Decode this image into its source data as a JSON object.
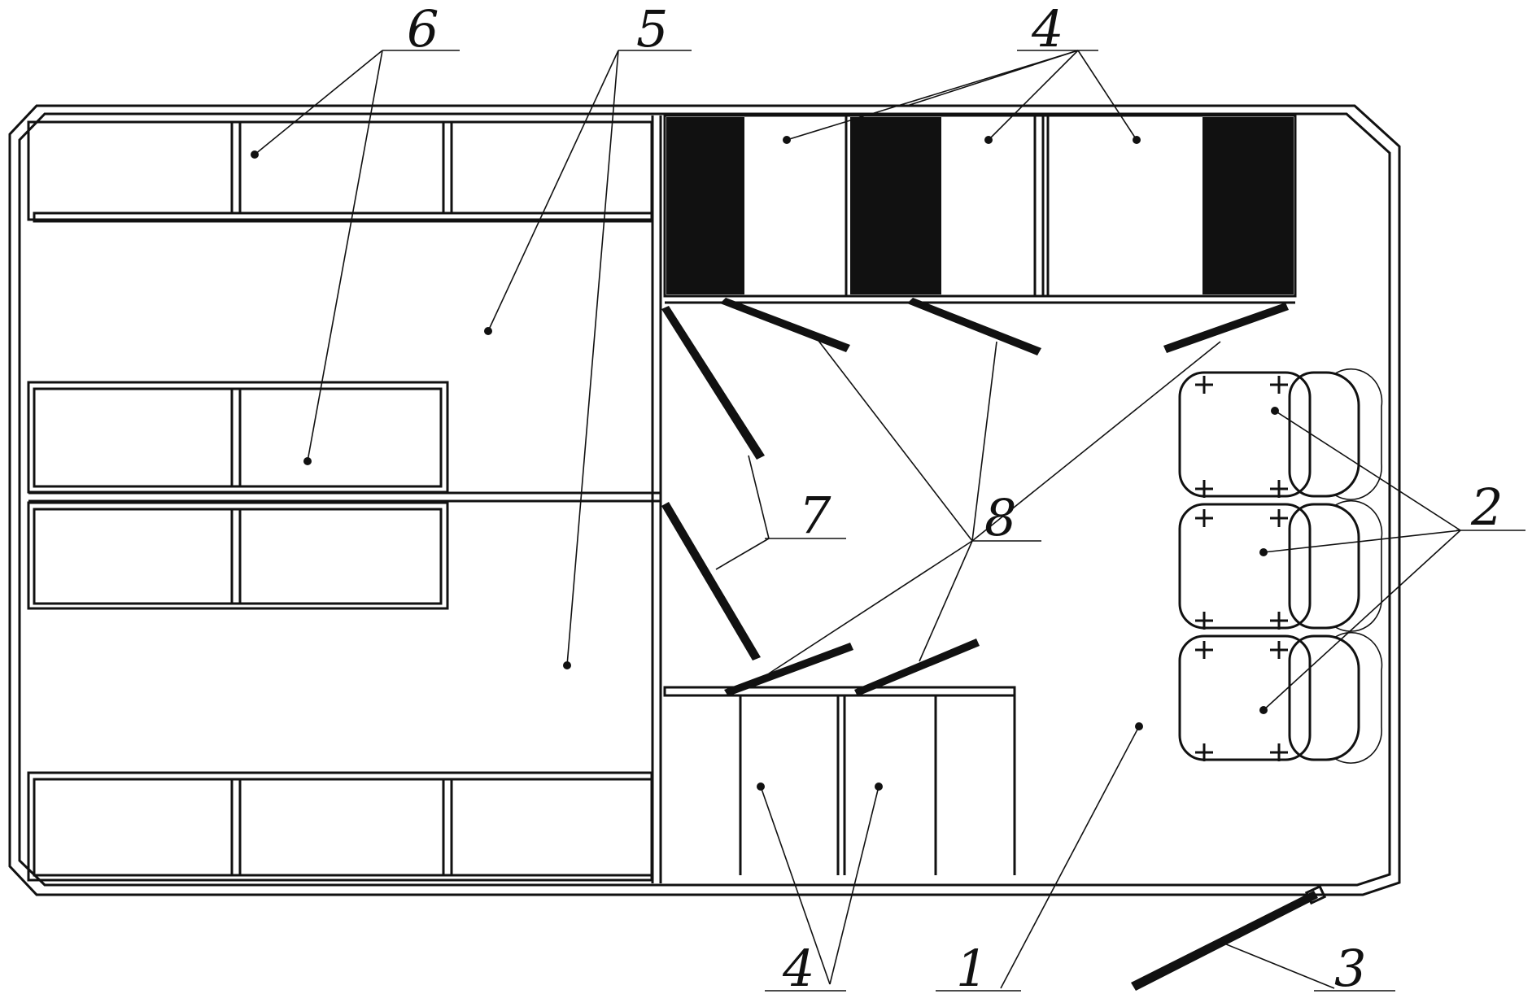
{
  "labels": {
    "label_1": "1",
    "label_2": "2",
    "label_3": "3",
    "label_4_top": "4",
    "label_4_bottom": "4",
    "label_5": "5",
    "label_6": "6",
    "label_7": "7",
    "label_8": "8"
  },
  "colors": {
    "line": "#111111",
    "background": "#ffffff"
  }
}
